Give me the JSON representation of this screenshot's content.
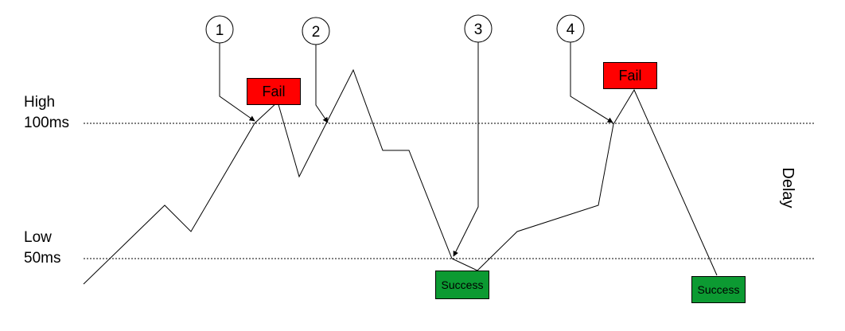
{
  "thresholds": {
    "high": {
      "name": "High",
      "value": "100ms"
    },
    "low": {
      "name": "Low",
      "value": "50ms"
    }
  },
  "axis_title": "Delay",
  "status_labels": {
    "fail": "Fail",
    "success": "Success"
  },
  "steps": [
    "1",
    "2",
    "3",
    "4"
  ],
  "colors": {
    "fail": "#ff0000",
    "success": "#0c9a32",
    "line": "#000000"
  }
}
